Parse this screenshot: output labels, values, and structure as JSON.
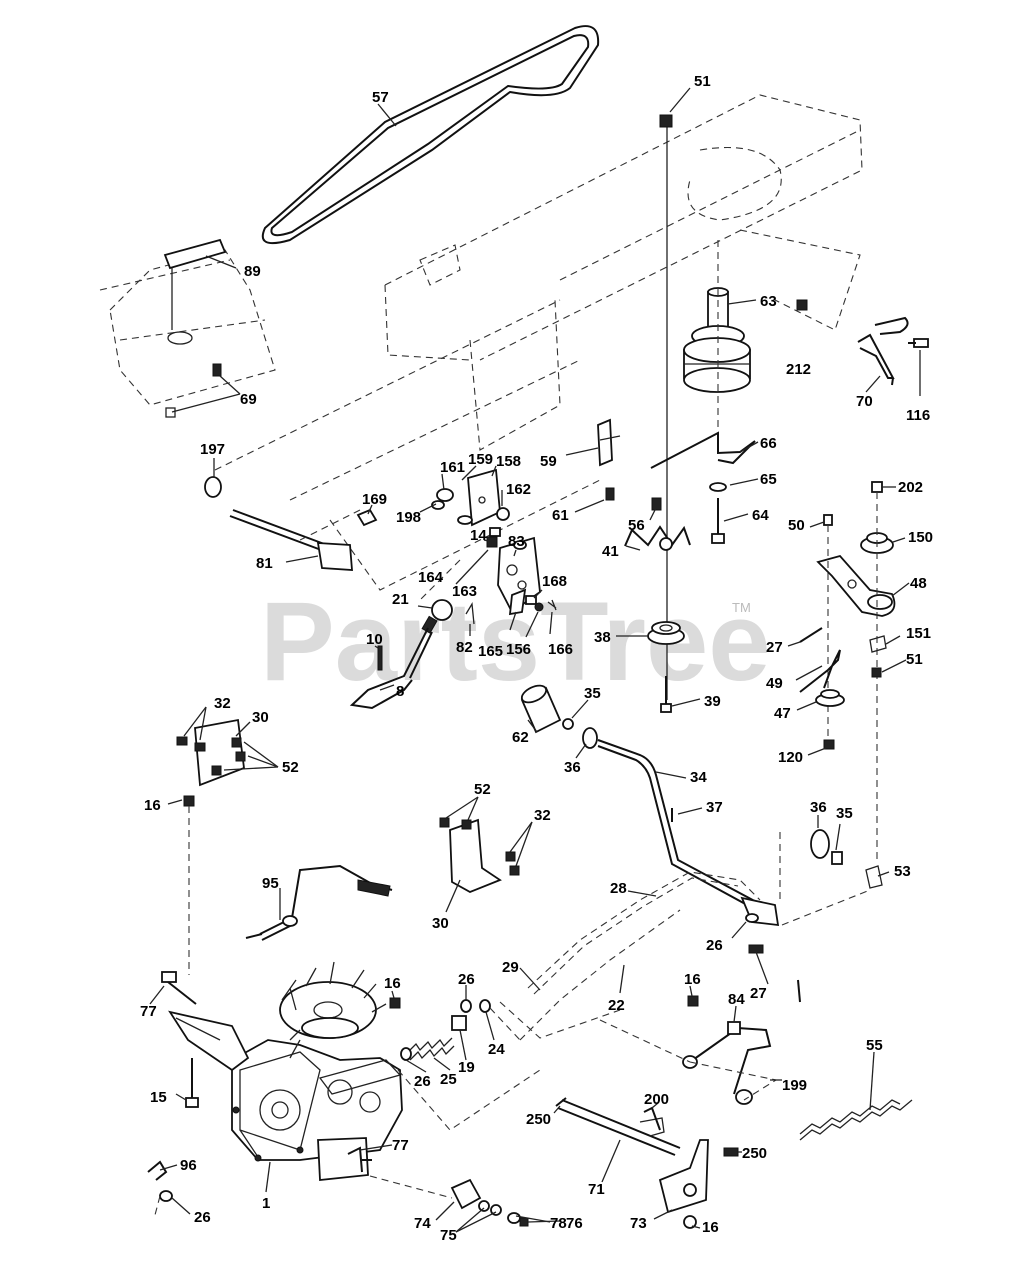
{
  "watermark": {
    "text": "PartsTree",
    "trademark": "TM",
    "color": "#cfcfcf"
  },
  "callouts": [
    "57",
    "51",
    "89",
    "69",
    "63",
    "212",
    "70",
    "116",
    "197",
    "161",
    "159",
    "158",
    "162",
    "198",
    "169",
    "59",
    "66",
    "65",
    "61",
    "56",
    "64",
    "81",
    "14",
    "164",
    "83",
    "163",
    "168",
    "41",
    "202",
    "150",
    "50",
    "48",
    "21",
    "10",
    "82",
    "165",
    "156",
    "166",
    "38",
    "27",
    "151",
    "51",
    "8",
    "49",
    "47",
    "62",
    "35",
    "39",
    "36",
    "120",
    "32",
    "30",
    "52",
    "34",
    "16",
    "37",
    "36",
    "35",
    "52",
    "32",
    "30",
    "53",
    "95",
    "28",
    "26",
    "29",
    "27",
    "26",
    "16",
    "77",
    "22",
    "16",
    "84",
    "24",
    "19",
    "26",
    "25",
    "15",
    "55",
    "199",
    "200",
    "250",
    "77",
    "250",
    "71",
    "96",
    "26",
    "1",
    "78",
    "74",
    "75",
    "76",
    "73",
    "16"
  ]
}
